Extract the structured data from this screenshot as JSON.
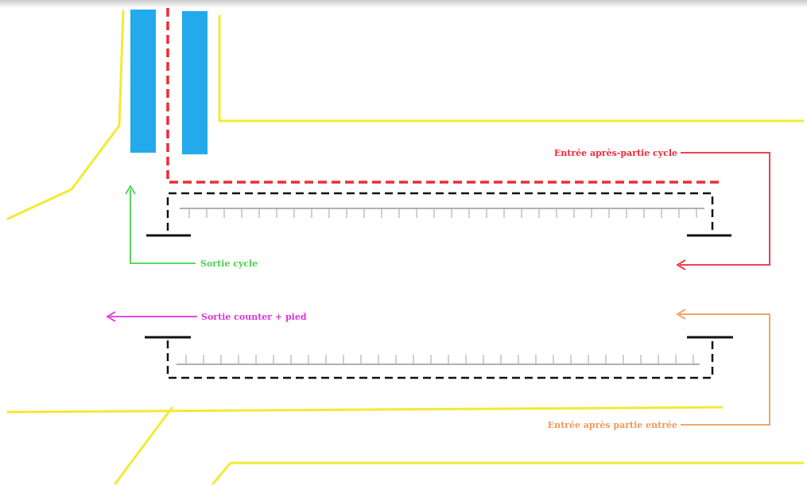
{
  "colors": {
    "wall": "#f2ea33",
    "column": "#22aaec",
    "red_path": "#ee2a35",
    "dashed_frame": "#111111",
    "rail": "#b0b0b0",
    "green": "#4cd04c",
    "magenta": "#dd33dd",
    "orange": "#ef9a55"
  },
  "labels": {
    "entree_red": "Entrée après-partie cycle",
    "sortie_green": "Sortie cycle",
    "sortie_magenta": "Sortie counter + pied",
    "entree_orange": "Entrée après partie entrée"
  }
}
